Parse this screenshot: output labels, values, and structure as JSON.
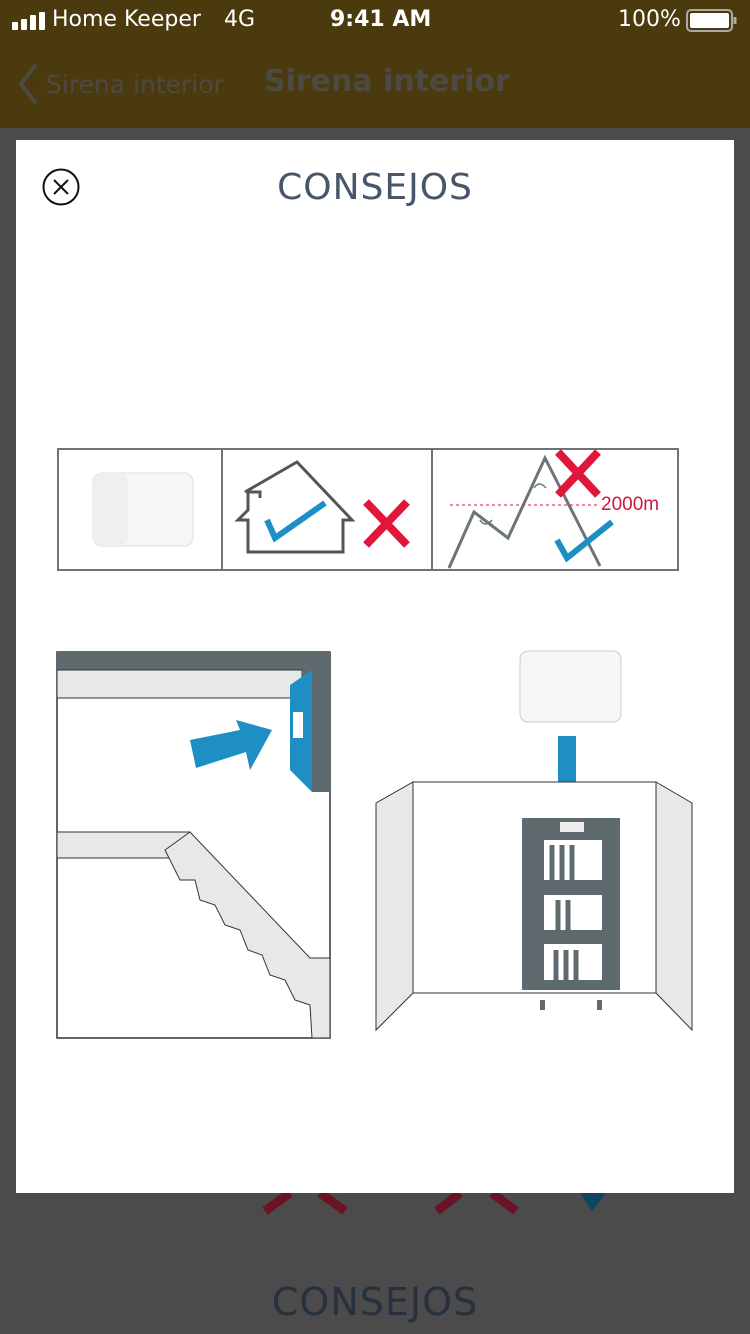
{
  "status_bar": {
    "carrier": "Home Keeper",
    "network": "4G",
    "time": "9:41 AM",
    "battery": "100%"
  },
  "nav": {
    "back_label": "Sirena interior",
    "title": "Sirena interior"
  },
  "modal": {
    "title": "CONSEJOS",
    "altitude_label": "2000m"
  },
  "background": {
    "title": "CONSEJOS"
  },
  "colors": {
    "check": "#1e8fc4",
    "cross": "#e0173a",
    "line": "#5f6a6e"
  }
}
